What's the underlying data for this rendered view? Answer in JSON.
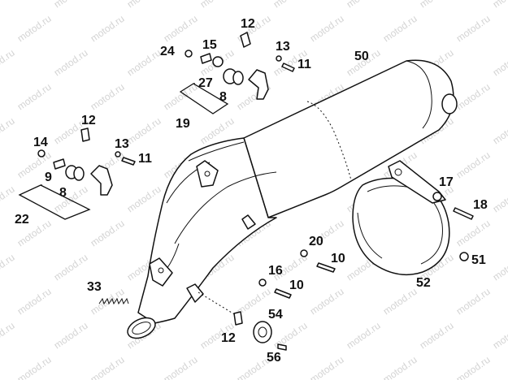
{
  "watermark": "motod.ru",
  "callouts": {
    "c50": "50",
    "c12a": "12",
    "c13a": "13",
    "c11a": "11",
    "c24": "24",
    "c15": "15",
    "c27": "27",
    "c8a": "8",
    "c19": "19",
    "c12b": "12",
    "c14": "14",
    "c13b": "13",
    "c11b": "11",
    "c9": "9",
    "c8b": "8",
    "c22": "22",
    "c17": "17",
    "c18": "18",
    "c20": "20",
    "c10a": "10",
    "c16": "16",
    "c10b": "10",
    "c51": "51",
    "c52": "52",
    "c33": "33",
    "c54": "54",
    "c12c": "12",
    "c56": "56"
  }
}
